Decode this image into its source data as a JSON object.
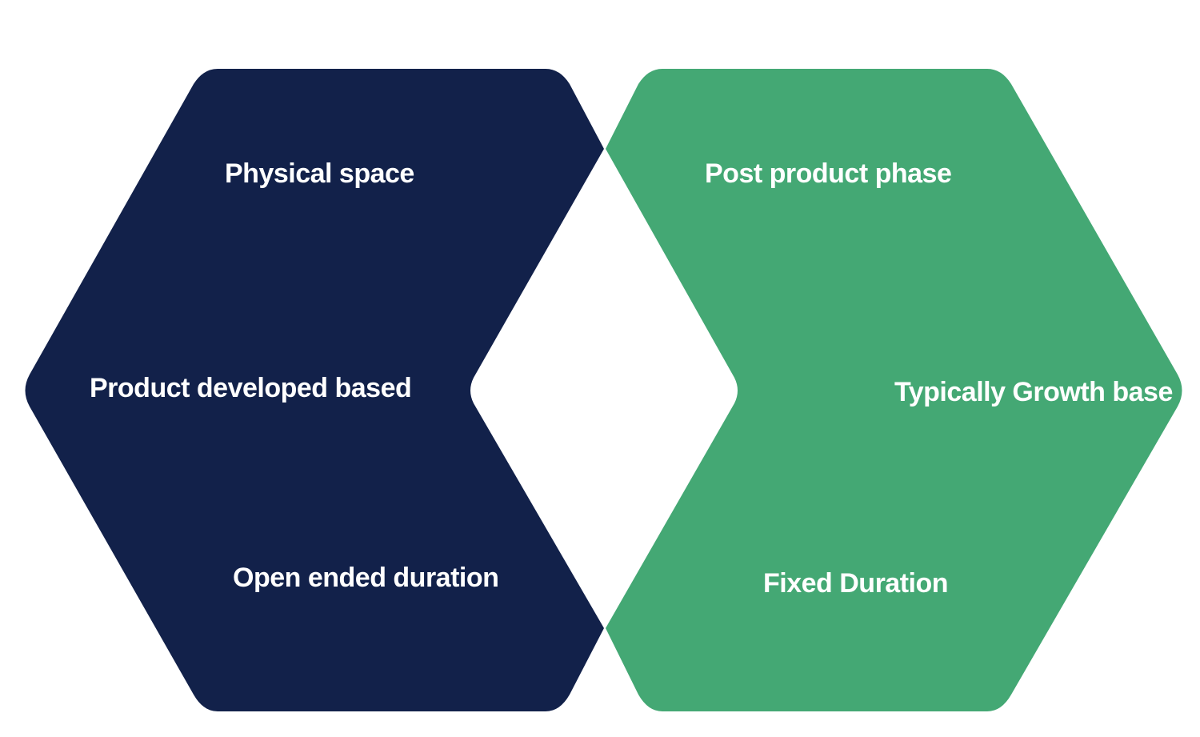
{
  "colors": {
    "left_hexagon": "#12214a",
    "right_hexagon": "#44a874",
    "text": "#ffffff",
    "background": "#ffffff"
  },
  "left": {
    "items": [
      "Physical space",
      "Product developed based",
      "Open ended duration"
    ]
  },
  "right": {
    "items": [
      "Post product phase",
      "Typically Growth base",
      "Fixed Duration"
    ]
  }
}
